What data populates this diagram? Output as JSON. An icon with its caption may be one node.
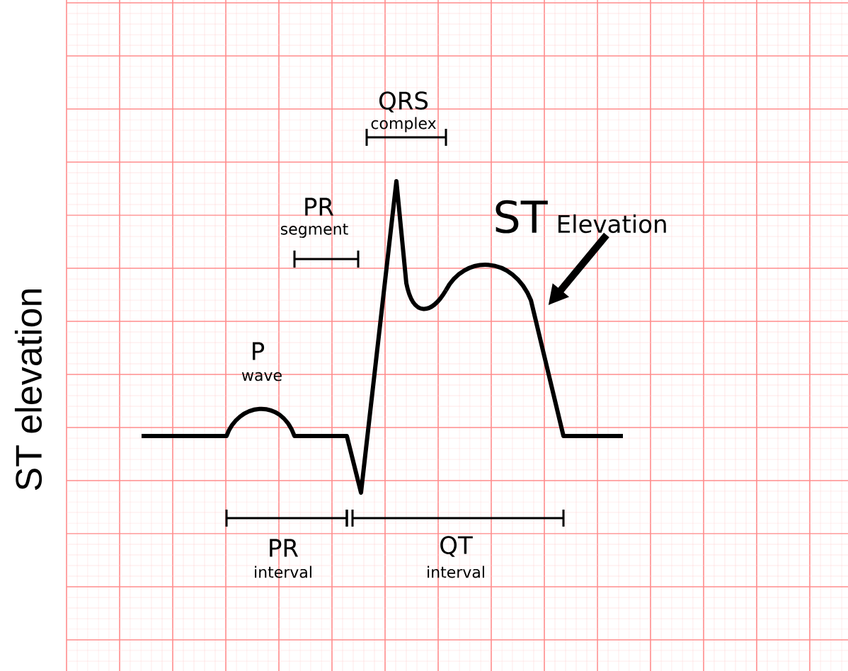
{
  "diagram": {
    "title": "ST elevation",
    "nodes": [
      {
        "text": [
          "ST",
          "Elevation"
        ]
      },
      {
        "text": [],
        "shape": "curve"
      }
    ],
    "edges": [
      {
        "from": 0,
        "to": 1,
        "arrow": "to"
      }
    ],
    "labels": [
      "QRS",
      "complex",
      "PR",
      "segment",
      "P",
      "wave",
      "PR",
      "interval",
      "QT",
      "interval"
    ]
  }
}
